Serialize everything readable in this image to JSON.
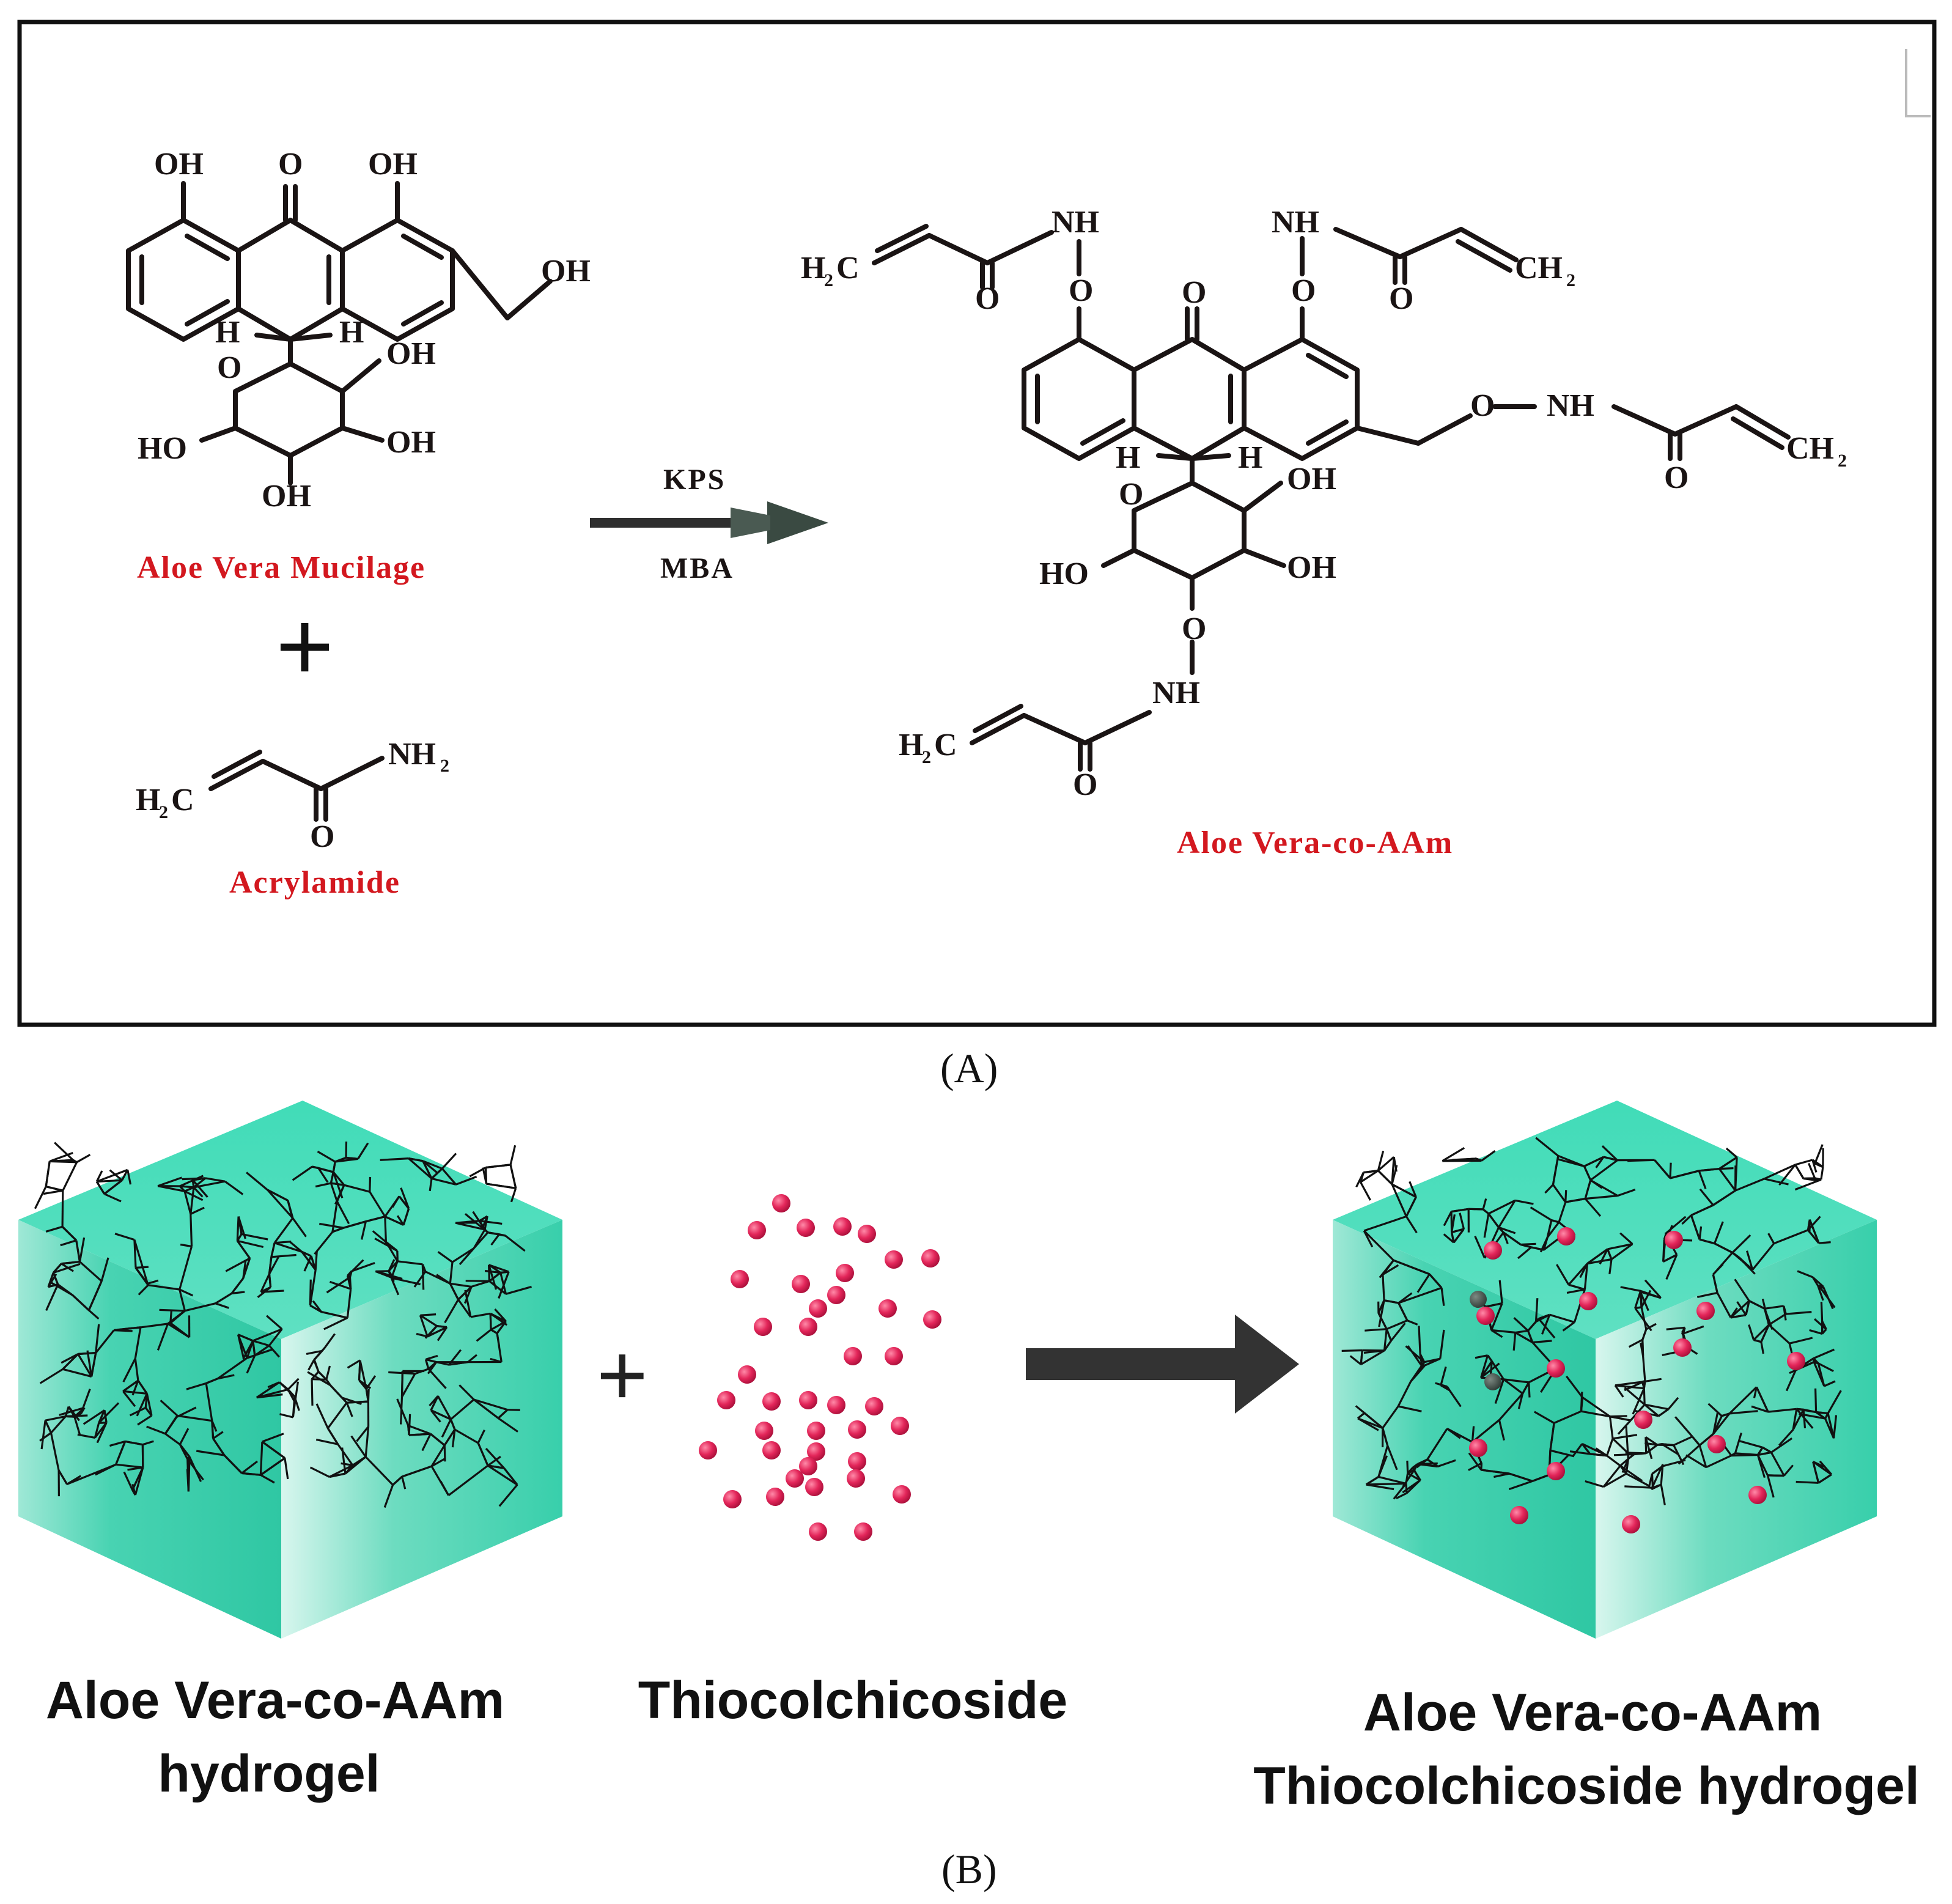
{
  "panelA": {
    "label": "(A)",
    "reactant1": {
      "name": "Aloe Vera Mucilage",
      "atoms": [
        "OH",
        "O",
        "OH",
        "OH",
        "H",
        "H",
        "O",
        "OH",
        "HO",
        "OH",
        "OH"
      ]
    },
    "plus": "+",
    "reactant2": {
      "name": "Acrylamide",
      "atoms": [
        "NH",
        "2",
        "H",
        "2",
        "C",
        "O"
      ]
    },
    "conditions": {
      "above": "KPS",
      "below": "MBA"
    },
    "product": {
      "name": "Aloe Vera-co-AAm",
      "atoms": [
        "NH",
        "NH",
        "H",
        "2",
        "C",
        "CH",
        "2",
        "O",
        "O",
        "O",
        "O",
        "O",
        "O",
        "NH",
        "CH",
        "2",
        "O",
        "H",
        "H",
        "O",
        "OH",
        "HO",
        "OH",
        "O",
        "NH",
        "H",
        "2",
        "C",
        "O"
      ]
    }
  },
  "panelB": {
    "label": "(B)",
    "left_label": [
      "Aloe Vera-co-AAm",
      "hydrogel"
    ],
    "plus": "+",
    "middle_label": "Thiocolchicoside",
    "right_label": [
      "Aloe Vera-co-AAm",
      "Thiocolchicoside hydrogel"
    ]
  },
  "colors": {
    "label_red": "#d3181f",
    "gel_teal": "#3fd6b4",
    "drug_pink": "#e0245a",
    "arrow_dark": "#333333"
  }
}
